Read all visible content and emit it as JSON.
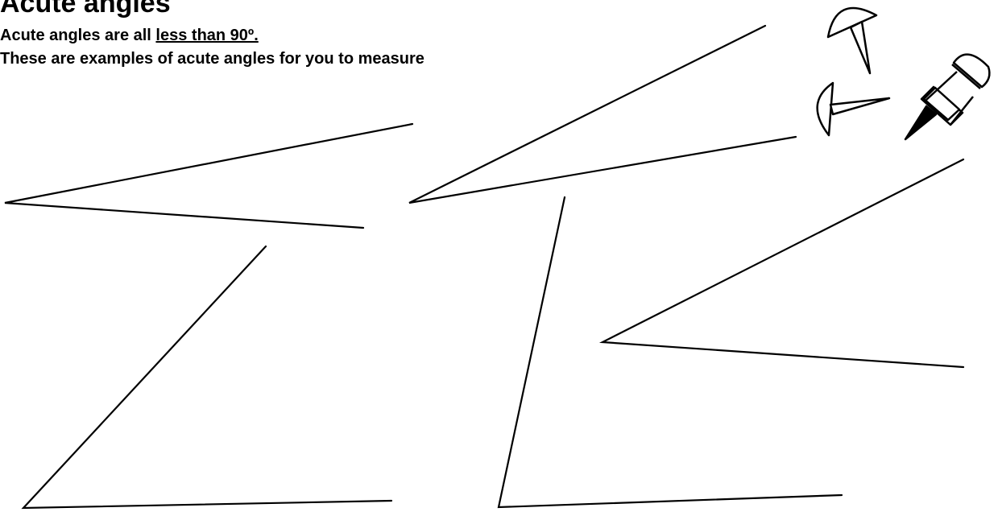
{
  "title": "Acute angles",
  "intro": {
    "prefix": "Acute angles are all ",
    "emphasis": "less than 90º."
  },
  "instruction": "These are examples of acute angles for you to measure",
  "angles": [
    {
      "name": "angle-1"
    },
    {
      "name": "angle-2"
    },
    {
      "name": "angle-3"
    },
    {
      "name": "angle-4"
    },
    {
      "name": "angle-5"
    }
  ],
  "icons": [
    "pushpin-icon",
    "pushpin-icon",
    "pushpin-icon"
  ],
  "colors": {
    "ink": "#000000",
    "paper": "#ffffff"
  }
}
